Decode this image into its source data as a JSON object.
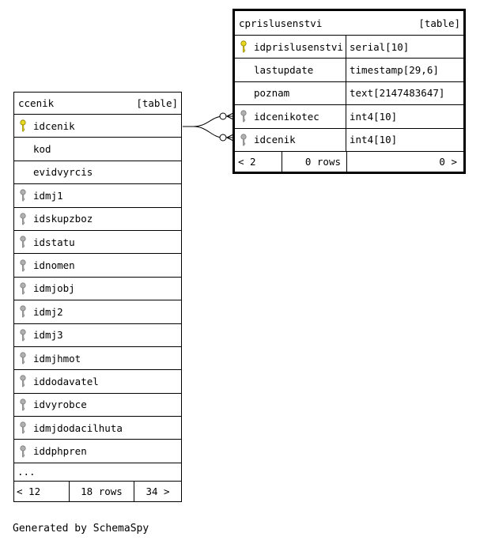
{
  "ccenik": {
    "name": "ccenik",
    "kind": "[table]",
    "columns": [
      {
        "name": "idcenik",
        "key": "primary"
      },
      {
        "name": "kod",
        "key": "none"
      },
      {
        "name": "evidvyrcis",
        "key": "none"
      },
      {
        "name": "idmj1",
        "key": "foreign"
      },
      {
        "name": "idskupzboz",
        "key": "foreign"
      },
      {
        "name": "idstatu",
        "key": "foreign"
      },
      {
        "name": "idnomen",
        "key": "foreign"
      },
      {
        "name": "idmjobj",
        "key": "foreign"
      },
      {
        "name": "idmj2",
        "key": "foreign"
      },
      {
        "name": "idmj3",
        "key": "foreign"
      },
      {
        "name": "idmjhmot",
        "key": "foreign"
      },
      {
        "name": "iddodavatel",
        "key": "foreign"
      },
      {
        "name": "idvyrobce",
        "key": "foreign"
      },
      {
        "name": "idmjdodacilhuta",
        "key": "foreign"
      },
      {
        "name": "iddphpren",
        "key": "foreign"
      }
    ],
    "more": "...",
    "footer": {
      "parents": "< 12",
      "rows": "18 rows",
      "children": "34 >"
    }
  },
  "cprislusenstvi": {
    "name": "cprislusenstvi",
    "kind": "[table]",
    "columns": [
      {
        "name": "idprislusenstvi",
        "type": "serial[10]",
        "key": "primary"
      },
      {
        "name": "lastupdate",
        "type": "timestamp[29,6]",
        "key": "none"
      },
      {
        "name": "poznam",
        "type": "text[2147483647]",
        "key": "none"
      },
      {
        "name": "idcenikotec",
        "type": "int4[10]",
        "key": "foreign"
      },
      {
        "name": "idcenik",
        "type": "int4[10]",
        "key": "foreign"
      }
    ],
    "footer": {
      "parents": "< 2",
      "rows": "0 rows",
      "children": "0 >"
    }
  },
  "colors": {
    "primary_key": "#e8d820",
    "foreign_key": "#b0b0b0",
    "line": "#000000"
  },
  "generated_by": "Generated by SchemaSpy"
}
